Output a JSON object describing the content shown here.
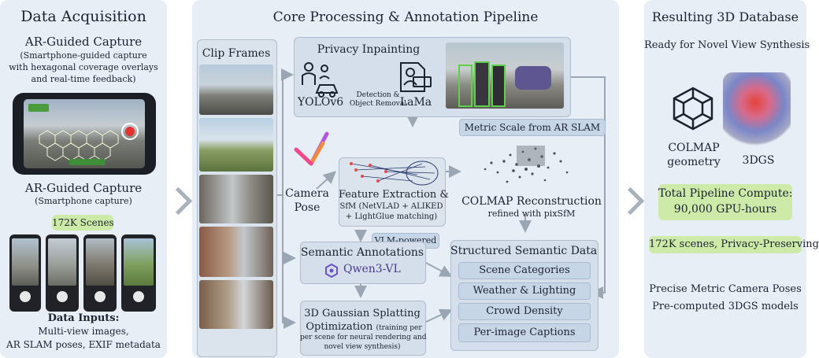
{
  "left": {
    "title": "Data Acquisition",
    "capture_title": "AR-Guided Capture",
    "capture_desc_1": "(Smartphone-guided capture",
    "capture_desc_2": "with hexagonal coverage overlays",
    "capture_desc_3": "and real-time feedback)",
    "capture2_title": "AR-Guided Capture",
    "capture2_sub": "(Smartphone capture)",
    "scenes_badge": "172K Scenes",
    "inputs_title": "Data Inputs:",
    "inputs_1": "Multi-view images,",
    "inputs_2": "AR SLAM poses, EXIF metadata"
  },
  "middle": {
    "title": "Core Processing & Annotation Pipeline",
    "clip_frames": "Clip Frames",
    "privacy_title": "Privacy Inpainting",
    "yolo": "YOLOv6",
    "detect_1": "Detection &",
    "detect_2": "Object Removal",
    "lama": "LaMa",
    "metric": "Metric Scale from AR SLAM",
    "camera_1": "Camera",
    "camera_2": "Pose",
    "feat_1": "Feature Extraction &",
    "feat_2": "SfM (NetVLAD + ALIKED",
    "feat_3": "+ LightGlue matching)",
    "colmap_1": "COLMAP Reconstruction",
    "colmap_2": "refined with pixSfM",
    "vlm": "VLM-powered",
    "sem_title": "Semantic Annotations",
    "qwen": "Qwen3-VL",
    "gs_1": "3D Gaussian Splatting",
    "gs_2": "Optimization",
    "gs_3": "(training per",
    "gs_4": "per scene for neural rendering and",
    "gs_5": "novel view synthesis)",
    "struct_title": "Structured Semantic Data",
    "struct_items": [
      "Scene Categories",
      "Weather & Lighting",
      "Crowd Density",
      "Per-image Captions"
    ]
  },
  "right": {
    "title": "Resulting 3D Database",
    "subtitle": "Ready for Novel View Synthesis",
    "colmap_1": "COLMAP",
    "colmap_2": "geometry",
    "dgs": "3DGS",
    "compute_1": "Total Pipeline Compute:",
    "compute_2": "90,000 GPU-hours",
    "scenes": "172K scenes, Privacy-Preserving",
    "poses": "Precise Metric Camera Poses",
    "models": "Pre-computed 3DGS models"
  },
  "colors": {
    "panel": "#e8eef6",
    "box": "#d5dfeb",
    "green": "#cdeaa9",
    "arrow": "#9aa6b4"
  }
}
